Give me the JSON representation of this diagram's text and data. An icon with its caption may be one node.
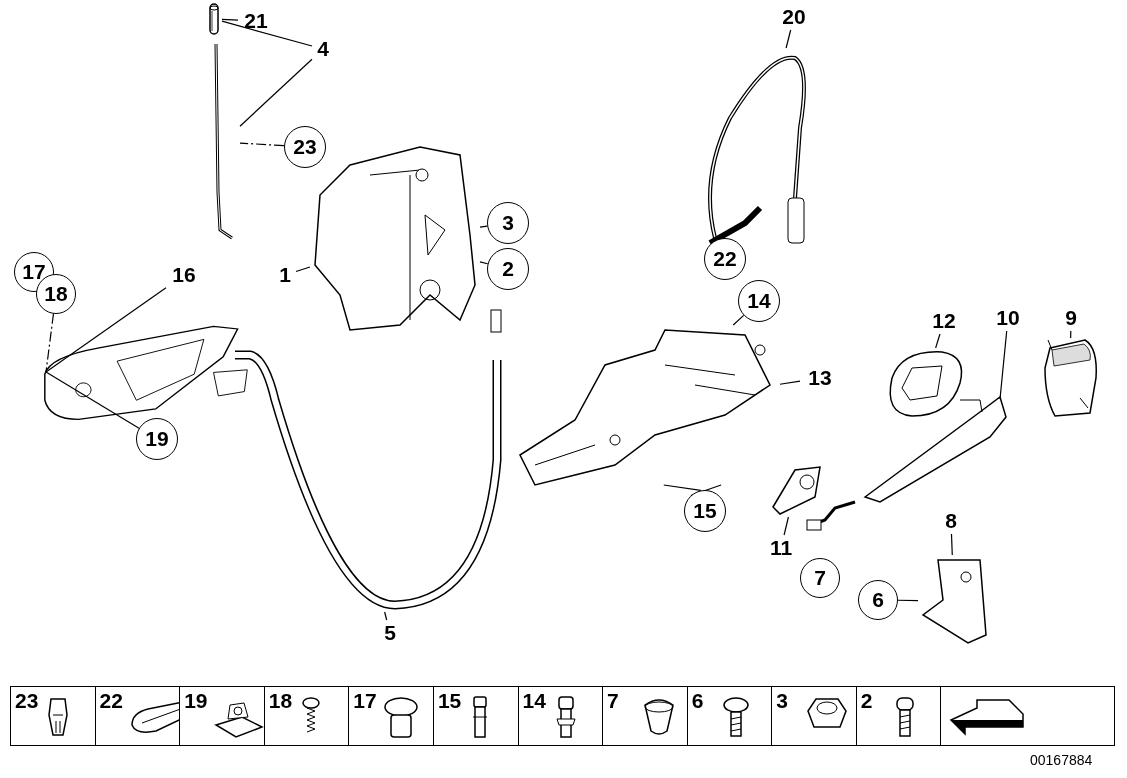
{
  "diagram": {
    "nodes": [
      {
        "text": [
          "21"
        ]
      },
      {
        "text": [
          "4"
        ]
      },
      {
        "text": [],
        "shape": "picture"
      },
      {
        "text": [],
        "shape": "picture"
      },
      {
        "text": [
          "23"
        ]
      },
      {
        "text": [],
        "shape": "picture"
      },
      {
        "text": [
          "3"
        ]
      },
      {
        "text": [
          "2"
        ]
      },
      {
        "text": [
          "1"
        ]
      },
      {
        "text": [
          "17"
        ]
      },
      {
        "text": [
          "18"
        ]
      },
      {
        "text": [
          "16"
        ]
      },
      {
        "text": [],
        "shape": "picture"
      },
      {
        "text": [
          "19"
        ]
      },
      {
        "text": [],
        "shape": "picture"
      },
      {
        "text": [
          "5"
        ]
      },
      {
        "text": [
          "20"
        ]
      },
      {
        "text": [],
        "shape": "picture"
      },
      {
        "text": [
          "22"
        ]
      },
      {
        "text": [
          "14"
        ]
      },
      {
        "text": [],
        "shape": "picture"
      },
      {
        "text": [
          "13"
        ]
      },
      {
        "text": [
          "15"
        ]
      },
      {
        "text": [
          "12"
        ]
      },
      {
        "text": [],
        "shape": "picture"
      },
      {
        "text": [
          "10"
        ]
      },
      {
        "text": [],
        "shape": "picture"
      },
      {
        "text": [
          "9"
        ]
      },
      {
        "text": [],
        "shape": "picture"
      },
      {
        "text": [],
        "shape": "picture"
      },
      {
        "text": [
          "11"
        ]
      },
      {
        "text": [
          "7"
        ]
      },
      {
        "text": [],
        "shape": "picture"
      },
      {
        "text": [
          "8"
        ]
      },
      {
        "text": [
          "6"
        ]
      },
      {
        "text": [],
        "shape": "picture"
      }
    ],
    "edges": [
      {
        "from": 0,
        "to": 2,
        "arrow": "none"
      },
      {
        "from": 1,
        "to": 2,
        "arrow": "none"
      },
      {
        "from": 1,
        "to": 3,
        "arrow": "none"
      },
      {
        "from": 4,
        "to": 3,
        "arrow": "none",
        "style": "dashed"
      },
      {
        "from": 4,
        "to": 5,
        "arrow": "none"
      },
      {
        "from": 6,
        "to": 5,
        "arrow": "none"
      },
      {
        "from": 7,
        "to": 5,
        "arrow": "none"
      },
      {
        "from": 8,
        "to": 5,
        "arrow": "none"
      },
      {
        "from": 10,
        "to": 12,
        "arrow": "none",
        "style": "dashed"
      },
      {
        "from": 11,
        "to": 12,
        "arrow": "none"
      },
      {
        "from": 13,
        "to": 12,
        "arrow": "none"
      },
      {
        "from": 15,
        "to": 14,
        "arrow": "none"
      },
      {
        "from": 16,
        "to": 17,
        "arrow": "none"
      },
      {
        "from": 19,
        "to": 20,
        "arrow": "none"
      },
      {
        "from": 21,
        "to": 20,
        "arrow": "none"
      },
      {
        "from": 22,
        "to": 20,
        "arrow": "none"
      },
      {
        "from": 22,
        "to": 20,
        "arrow": "none"
      },
      {
        "from": 23,
        "to": 24,
        "arrow": "none"
      },
      {
        "from": 25,
        "to": 26,
        "arrow": "none"
      },
      {
        "from": 27,
        "to": 28,
        "arrow": "none"
      },
      {
        "from": 30,
        "to": 29,
        "arrow": "none"
      },
      {
        "from": 33,
        "to": 35,
        "arrow": "none"
      },
      {
        "from": 34,
        "to": 35,
        "arrow": "none"
      }
    ],
    "labels": [
      "23",
      "22",
      "19",
      "18",
      "17",
      "15",
      "14",
      "7",
      "6",
      "3",
      "2",
      "00167884"
    ]
  }
}
